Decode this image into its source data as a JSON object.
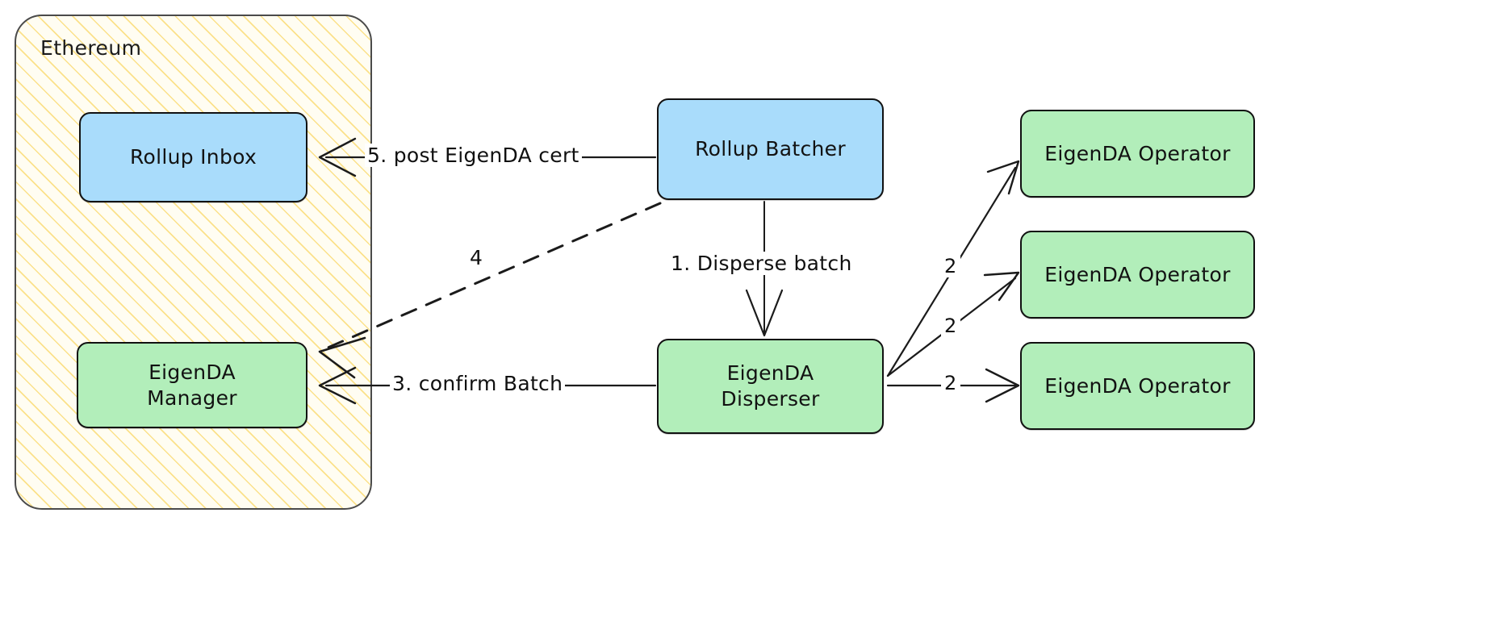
{
  "diagram": {
    "title": "EigenDA rollup data availability flow",
    "background": "#ffffff",
    "colors": {
      "blue_node": "#a9dcfb",
      "green_node": "#b2eeba",
      "group_fill": "#fffdf2",
      "group_hatch": "#f5dc78",
      "stroke": "#111111",
      "group_stroke": "#4a4a4a"
    }
  },
  "group": {
    "label": "Ethereum"
  },
  "nodes": {
    "rollup_inbox": {
      "label": "Rollup Inbox",
      "color": "blue"
    },
    "eigenda_manager": {
      "label": "EigenDA\nManager",
      "color": "green"
    },
    "rollup_batcher": {
      "label": "Rollup Batcher",
      "color": "blue"
    },
    "eigenda_disperser": {
      "label": "EigenDA\nDisperser",
      "color": "green"
    },
    "operator_1": {
      "label": "EigenDA Operator",
      "color": "green"
    },
    "operator_2": {
      "label": "EigenDA Operator",
      "color": "green"
    },
    "operator_3": {
      "label": "EigenDA Operator",
      "color": "green"
    }
  },
  "edges": {
    "disperse_batch": {
      "label": "1. Disperse batch",
      "style": "solid",
      "from": "rollup_batcher",
      "to": "eigenda_disperser"
    },
    "store_op_1": {
      "label": "2",
      "style": "solid",
      "from": "eigenda_disperser",
      "to": "operator_1"
    },
    "store_op_2": {
      "label": "2",
      "style": "solid",
      "from": "eigenda_disperser",
      "to": "operator_2"
    },
    "store_op_3": {
      "label": "2",
      "style": "solid",
      "from": "eigenda_disperser",
      "to": "operator_3"
    },
    "confirm_batch": {
      "label": "3. confirm Batch",
      "style": "solid",
      "from": "eigenda_disperser",
      "to": "eigenda_manager"
    },
    "step_four": {
      "label": "4",
      "style": "dashed",
      "from": "rollup_batcher",
      "to": "eigenda_manager"
    },
    "post_cert": {
      "label": "5. post EigenDA cert",
      "style": "solid",
      "from": "rollup_batcher",
      "to": "rollup_inbox"
    }
  }
}
